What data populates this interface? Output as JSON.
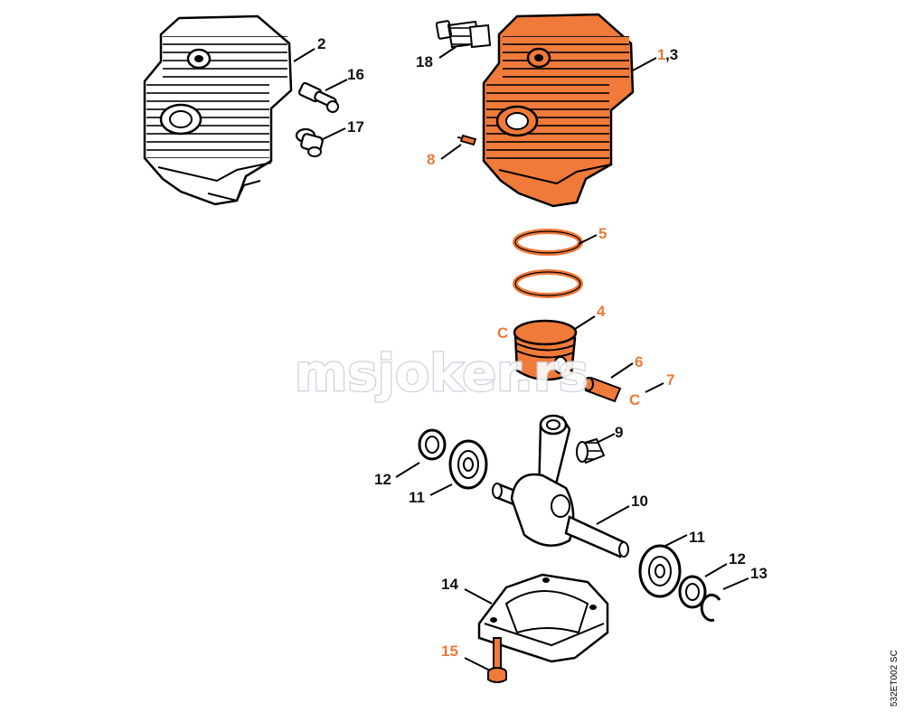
{
  "colors": {
    "highlight": "#f07a3a",
    "line": "#000000",
    "label_black": "#111111",
    "label_orange": "#ea7a36"
  },
  "watermark": "msjoker.rs",
  "drawing_code": "532ET002 SC",
  "labels": {
    "l2": "2",
    "l16": "16",
    "l17": "17",
    "l18": "18",
    "l13a": "1",
    "l13b": ",3",
    "l8": "8",
    "l5": "5",
    "l4": "4",
    "lc": "C",
    "l6": "6",
    "l7": "7",
    "l9": "9",
    "l12a": "12",
    "l11a": "11",
    "l10": "10",
    "l11b": "11",
    "l12b": "12",
    "l13": "13",
    "l14": "14",
    "l15": "15"
  }
}
